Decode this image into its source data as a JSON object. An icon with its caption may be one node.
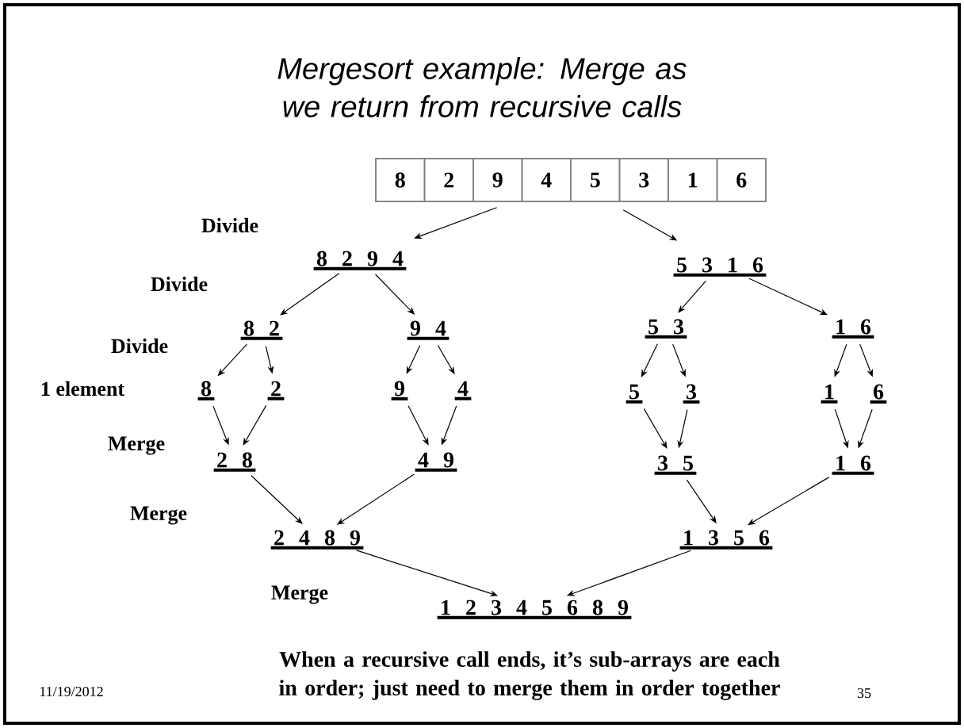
{
  "diagram": {
    "title": "Mergesort example: Merge as we return from recursive calls",
    "caption": "When a recursive call ends, it’s sub-arrays are each in order; just need to merge them in order together",
    "nodes": [
      {
        "text": [],
        "shape": "box"
      },
      {
        "text": [
          "8"
        ],
        "in": 0
      },
      {
        "text": [
          "2"
        ],
        "in": 0
      },
      {
        "text": [
          "9"
        ],
        "in": 0
      },
      {
        "text": [
          "4"
        ],
        "in": 0
      },
      {
        "text": [
          "5"
        ],
        "in": 0
      },
      {
        "text": [
          "3"
        ],
        "in": 0
      },
      {
        "text": [
          "1"
        ],
        "in": 0
      },
      {
        "text": [
          "6"
        ],
        "in": 0
      },
      {
        "text": [
          "8 2 9 4"
        ]
      },
      {
        "text": [
          "5 3 1 6"
        ]
      },
      {
        "text": [
          "8 2"
        ]
      },
      {
        "text": [
          "9 4"
        ]
      },
      {
        "text": [
          "5 3"
        ]
      },
      {
        "text": [
          "1 6"
        ]
      },
      {
        "text": [
          "8"
        ]
      },
      {
        "text": [
          "2"
        ]
      },
      {
        "text": [
          "9"
        ]
      },
      {
        "text": [
          "4"
        ]
      },
      {
        "text": [
          "5"
        ]
      },
      {
        "text": [
          "3"
        ]
      },
      {
        "text": [
          "1"
        ]
      },
      {
        "text": [
          "6"
        ]
      },
      {
        "text": [
          "2 8"
        ]
      },
      {
        "text": [
          "4 9"
        ]
      },
      {
        "text": [
          "3 5"
        ]
      },
      {
        "text": [
          "1 6"
        ]
      },
      {
        "text": [
          "2 4 8 9"
        ]
      },
      {
        "text": [
          "1 3 5 6"
        ]
      },
      {
        "text": [
          "1 2 3 4 5 6 8 9"
        ]
      }
    ],
    "edges": [
      {
        "from": 0,
        "to": 9,
        "arrow": "to"
      },
      {
        "from": 0,
        "to": 10,
        "arrow": "to"
      },
      {
        "from": 9,
        "to": 11,
        "arrow": "to"
      },
      {
        "from": 9,
        "to": 12,
        "arrow": "to"
      },
      {
        "from": 10,
        "to": 13,
        "arrow": "to"
      },
      {
        "from": 10,
        "to": 14,
        "arrow": "to"
      },
      {
        "from": 11,
        "to": 15,
        "arrow": "to"
      },
      {
        "from": 11,
        "to": 16,
        "arrow": "to"
      },
      {
        "from": 12,
        "to": 17,
        "arrow": "to"
      },
      {
        "from": 12,
        "to": 18,
        "arrow": "to"
      },
      {
        "from": 13,
        "to": 19,
        "arrow": "to"
      },
      {
        "from": 13,
        "to": 20,
        "arrow": "to"
      },
      {
        "from": 14,
        "to": 21,
        "arrow": "to"
      },
      {
        "from": 14,
        "to": 22,
        "arrow": "to"
      },
      {
        "from": 15,
        "to": 23,
        "arrow": "to"
      },
      {
        "from": 16,
        "to": 23,
        "arrow": "to"
      },
      {
        "from": 17,
        "to": 24,
        "arrow": "to"
      },
      {
        "from": 18,
        "to": 24,
        "arrow": "to"
      },
      {
        "from": 19,
        "to": 25,
        "arrow": "to"
      },
      {
        "from": 20,
        "to": 25,
        "arrow": "to"
      },
      {
        "from": 21,
        "to": 26,
        "arrow": "to"
      },
      {
        "from": 22,
        "to": 26,
        "arrow": "to"
      },
      {
        "from": 23,
        "to": 27,
        "arrow": "to"
      },
      {
        "from": 24,
        "to": 27,
        "arrow": "to"
      },
      {
        "from": 25,
        "to": 28,
        "arrow": "to"
      },
      {
        "from": 26,
        "to": 28,
        "arrow": "to"
      },
      {
        "from": 27,
        "to": 29,
        "arrow": "to"
      },
      {
        "from": 28,
        "to": 29,
        "arrow": "to"
      }
    ],
    "labels": [
      "Divide",
      "Divide",
      "Divide",
      "1 element",
      "Merge",
      "Merge",
      "Merge",
      "11/19/2012",
      "35"
    ]
  }
}
